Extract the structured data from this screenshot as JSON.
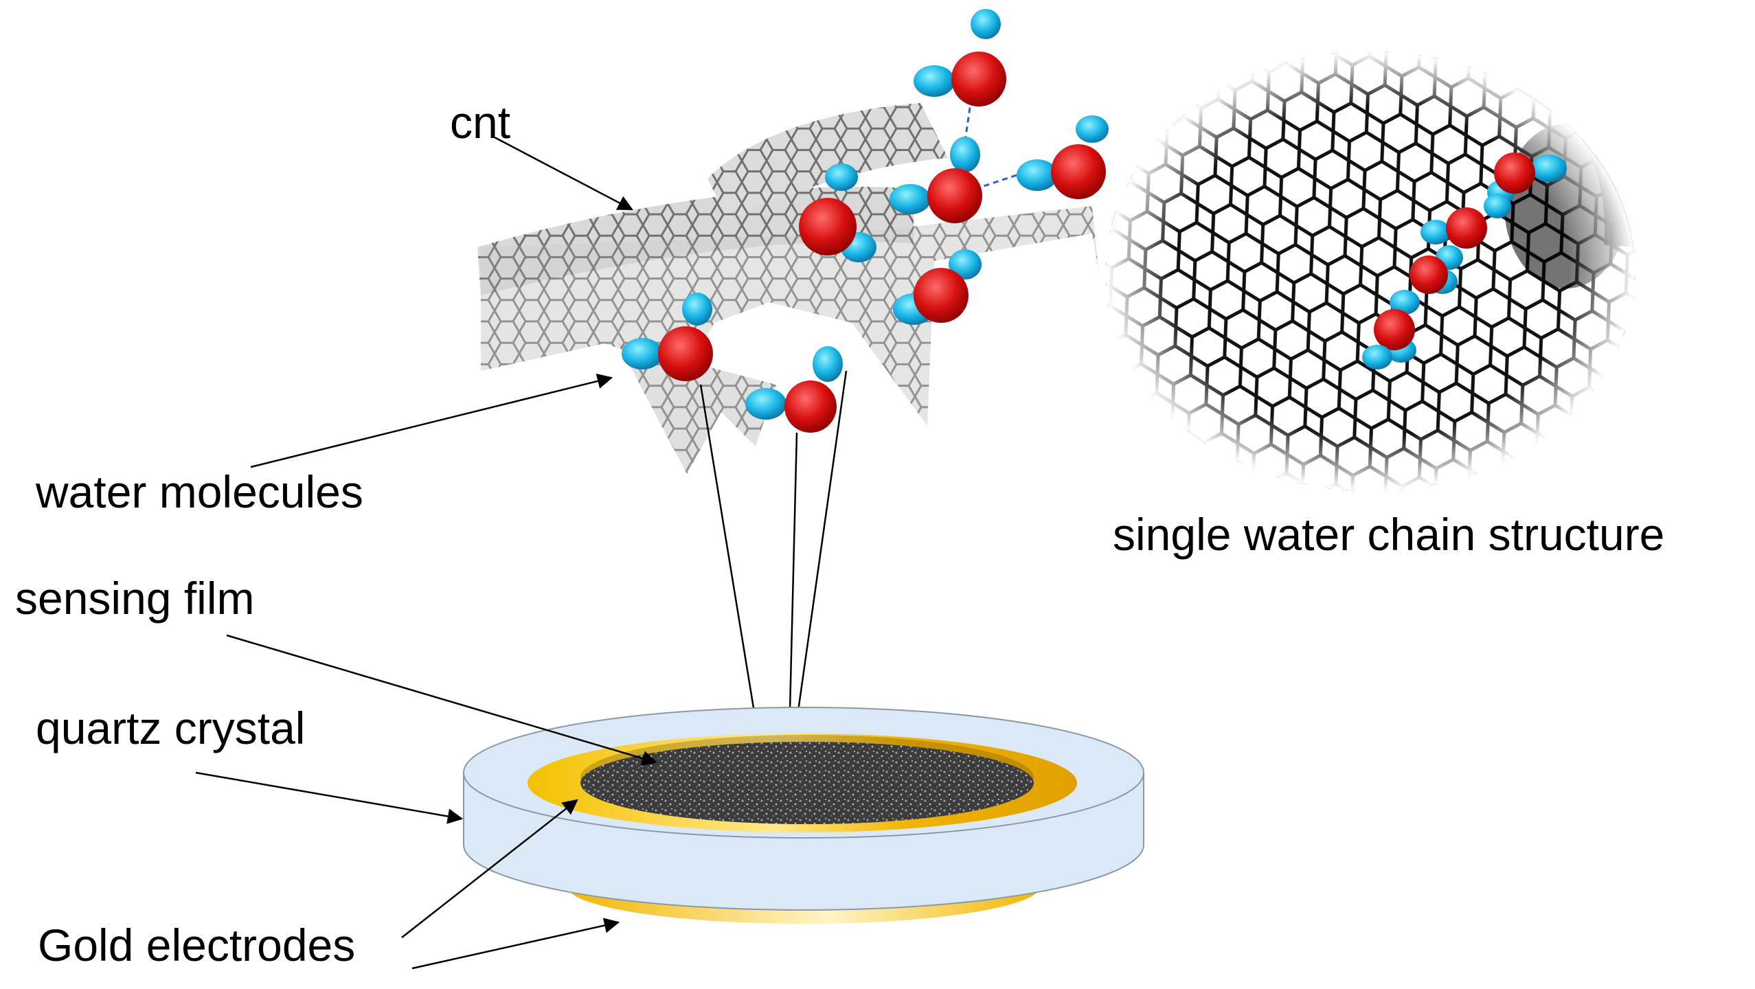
{
  "labels": {
    "cnt": "cnt",
    "water_molecules": "water molecules",
    "single_water_chain": "single water chain structure",
    "sensing_film": "sensing film",
    "quartz_crystal": "quartz crystal",
    "gold_electrodes": "Gold electrodes"
  },
  "colors": {
    "oxygen": "#e01818",
    "hydrogen": "#19b6e6",
    "quartz": "#dbe8f5",
    "quartz_edge": "#8a98a8",
    "gold": "#f0b800",
    "film": "#3a3a3a",
    "cnt_mesh": "#6e6e6e"
  }
}
